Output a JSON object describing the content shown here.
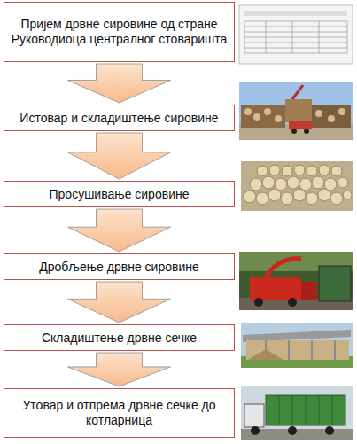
{
  "diagram": {
    "nodes": [
      {
        "text": [
          "Пријем дрвне сировине од стране Руководиоца централног стоваришта"
        ]
      },
      {
        "text": [
          "Истовар и складиштење сировине"
        ]
      },
      {
        "text": [
          "Просушивање сировине"
        ]
      },
      {
        "text": [
          "Дробљење дрвне сировине"
        ]
      },
      {
        "text": [
          "Складиштење дрвне сечке"
        ]
      },
      {
        "text": [
          "Утовар и отпрема дрвне сечке до котларница"
        ]
      }
    ],
    "edges": [
      {
        "from": 0,
        "to": 1,
        "arrow": "to"
      },
      {
        "from": 1,
        "to": 2,
        "arrow": "to"
      },
      {
        "from": 2,
        "to": 3,
        "arrow": "to"
      },
      {
        "from": 3,
        "to": 4,
        "arrow": "to"
      },
      {
        "from": 4,
        "to": 5,
        "arrow": "to"
      }
    ]
  }
}
